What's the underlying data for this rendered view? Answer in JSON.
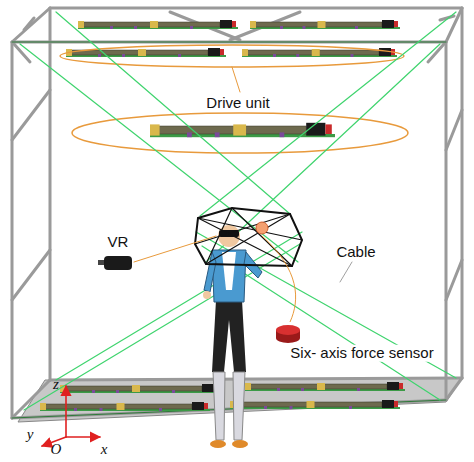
{
  "diagram": {
    "labels": [
      "Drive unit",
      "VR",
      "Cable",
      "Six- axis force sensor",
      "z",
      "y",
      "O",
      "x"
    ]
  }
}
